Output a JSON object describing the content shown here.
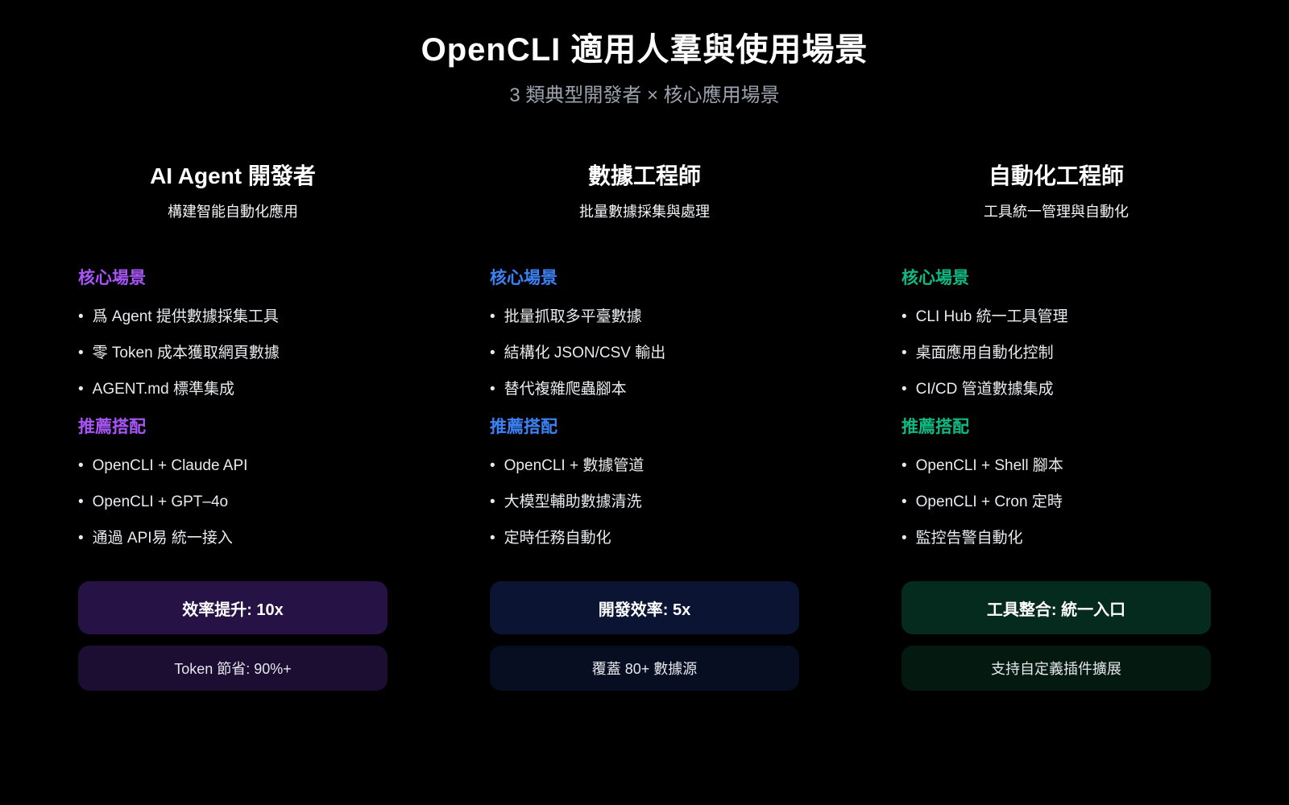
{
  "page": {
    "title": "OpenCLI 適用人羣與使用場景",
    "subtitle": "3 類典型開發者 × 核心應用場景"
  },
  "columns": [
    {
      "title": "AI Agent 開發者",
      "subtitle": "構建智能自動化應用",
      "accent_color": "#a855f7",
      "sections": [
        {
          "heading": "核心場景",
          "items": [
            "爲 Agent 提供數據採集工具",
            "零 Token 成本獲取網頁數據",
            "AGENT.md 標準集成"
          ]
        },
        {
          "heading": "推薦搭配",
          "items": [
            "OpenCLI + Claude API",
            "OpenCLI + GPT–4o",
            "通過 API易 統一接入"
          ]
        }
      ],
      "badges": [
        {
          "label": "效率提升: 10x",
          "bg": "#261245"
        },
        {
          "label": "Token 節省: 90%+",
          "bg": "#1c0e33"
        }
      ]
    },
    {
      "title": "數據工程師",
      "subtitle": "批量數據採集與處理",
      "accent_color": "#3b82f6",
      "sections": [
        {
          "heading": "核心場景",
          "items": [
            "批量抓取多平臺數據",
            "結構化 JSON/CSV 輸出",
            "替代複雜爬蟲腳本"
          ]
        },
        {
          "heading": "推薦搭配",
          "items": [
            "OpenCLI + 數據管道",
            "大模型輔助數據清洗",
            "定時任務自動化"
          ]
        }
      ],
      "badges": [
        {
          "label": "開發效率: 5x",
          "bg": "#0b1533"
        },
        {
          "label": "覆蓋 80+ 數據源",
          "bg": "#080e22"
        }
      ]
    },
    {
      "title": "自動化工程師",
      "subtitle": "工具統一管理與自動化",
      "accent_color": "#10b981",
      "sections": [
        {
          "heading": "核心場景",
          "items": [
            "CLI Hub 統一工具管理",
            "桌面應用自動化控制",
            "CI/CD 管道數據集成"
          ]
        },
        {
          "heading": "推薦搭配",
          "items": [
            "OpenCLI + Shell 腳本",
            "OpenCLI + Cron 定時",
            "監控告警自動化"
          ]
        }
      ],
      "badges": [
        {
          "label": "工具整合: 統一入口",
          "bg": "#052b1f"
        },
        {
          "label": "支持自定義插件擴展",
          "bg": "#041a11"
        }
      ]
    }
  ]
}
